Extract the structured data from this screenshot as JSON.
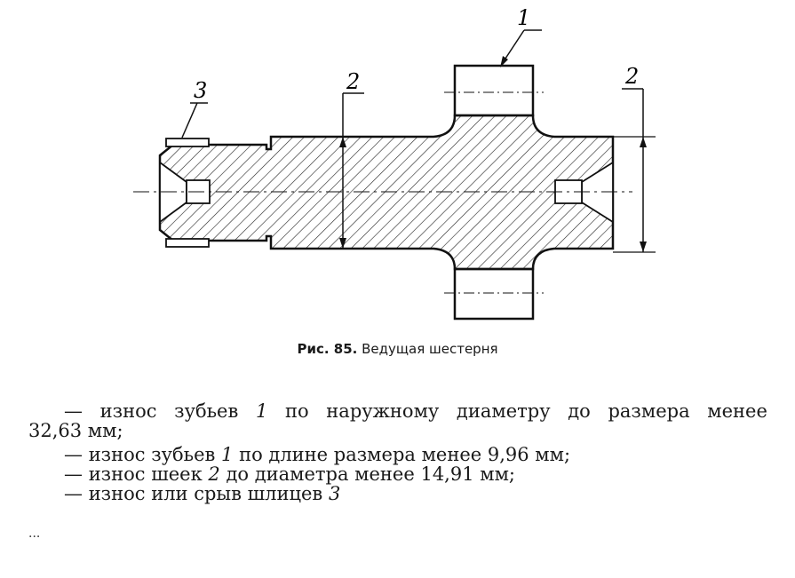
{
  "figure": {
    "callouts": {
      "teeth": "1",
      "journal_left": "2",
      "journal_right": "2",
      "splines": "3"
    },
    "caption_label": "Рис. 85.",
    "caption_title": "Ведущая шестерня"
  },
  "items": [
    {
      "dash": "—",
      "words": [
        "износ",
        "зубьев",
        "1",
        "по",
        "наружному",
        "диаметру",
        "до",
        "размера",
        "менее"
      ],
      "cont": "32,63 мм;"
    },
    {
      "dash": "—",
      "pre": "износ зубьев ",
      "ref": "1",
      "post": " по длине размера менее 9,96 мм;"
    },
    {
      "dash": "—",
      "pre": "износ шеек ",
      "ref": "2",
      "post": " до диаметра менее 14,91 мм;"
    },
    {
      "dash": "—",
      "pre": "износ или срыв шлицев ",
      "ref": "3",
      "post": ""
    }
  ],
  "page_number_fragment": "···"
}
